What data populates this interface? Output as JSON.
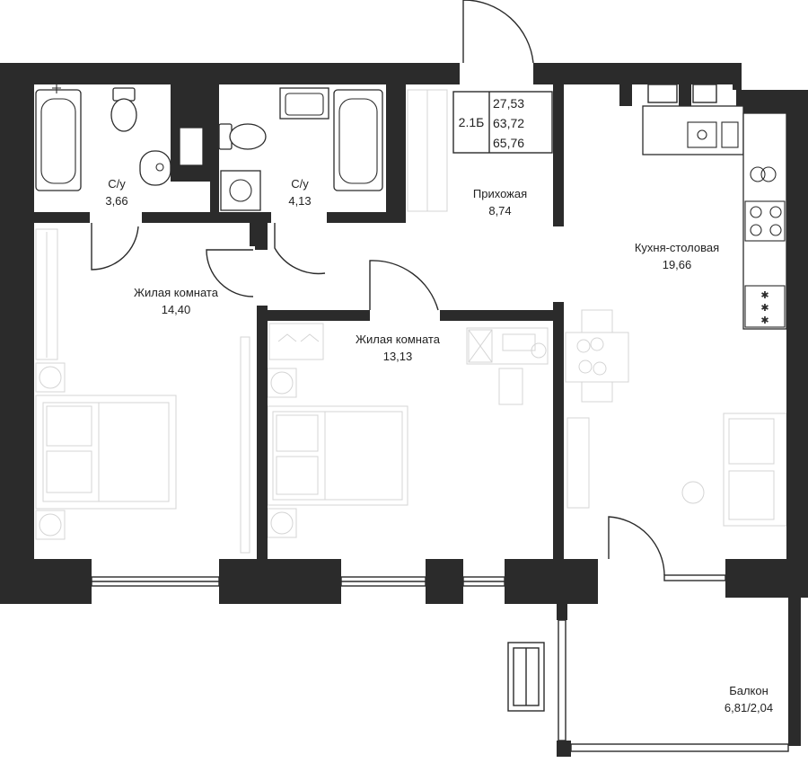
{
  "apartment": {
    "type_code": "2.1Б",
    "area_living": "27,53",
    "area_total": "63,72",
    "area_total_balcony": "65,76"
  },
  "rooms": {
    "bath1": {
      "name": "С/у",
      "area": "3,66"
    },
    "bath2": {
      "name": "С/у",
      "area": "4,13"
    },
    "hall": {
      "name": "Прихожая",
      "area": "8,74"
    },
    "kitchen": {
      "name": "Кухня-столовая",
      "area": "19,66"
    },
    "living1": {
      "name": "Жилая комната",
      "area": "14,40"
    },
    "living2": {
      "name": "Жилая комната",
      "area": "13,13"
    },
    "balcony": {
      "name": "Балкон",
      "area": "6,81/2,04"
    }
  },
  "colors": {
    "wall": "#2b2b2b",
    "furniture": "#d4d4d4",
    "background": "#ffffff"
  }
}
